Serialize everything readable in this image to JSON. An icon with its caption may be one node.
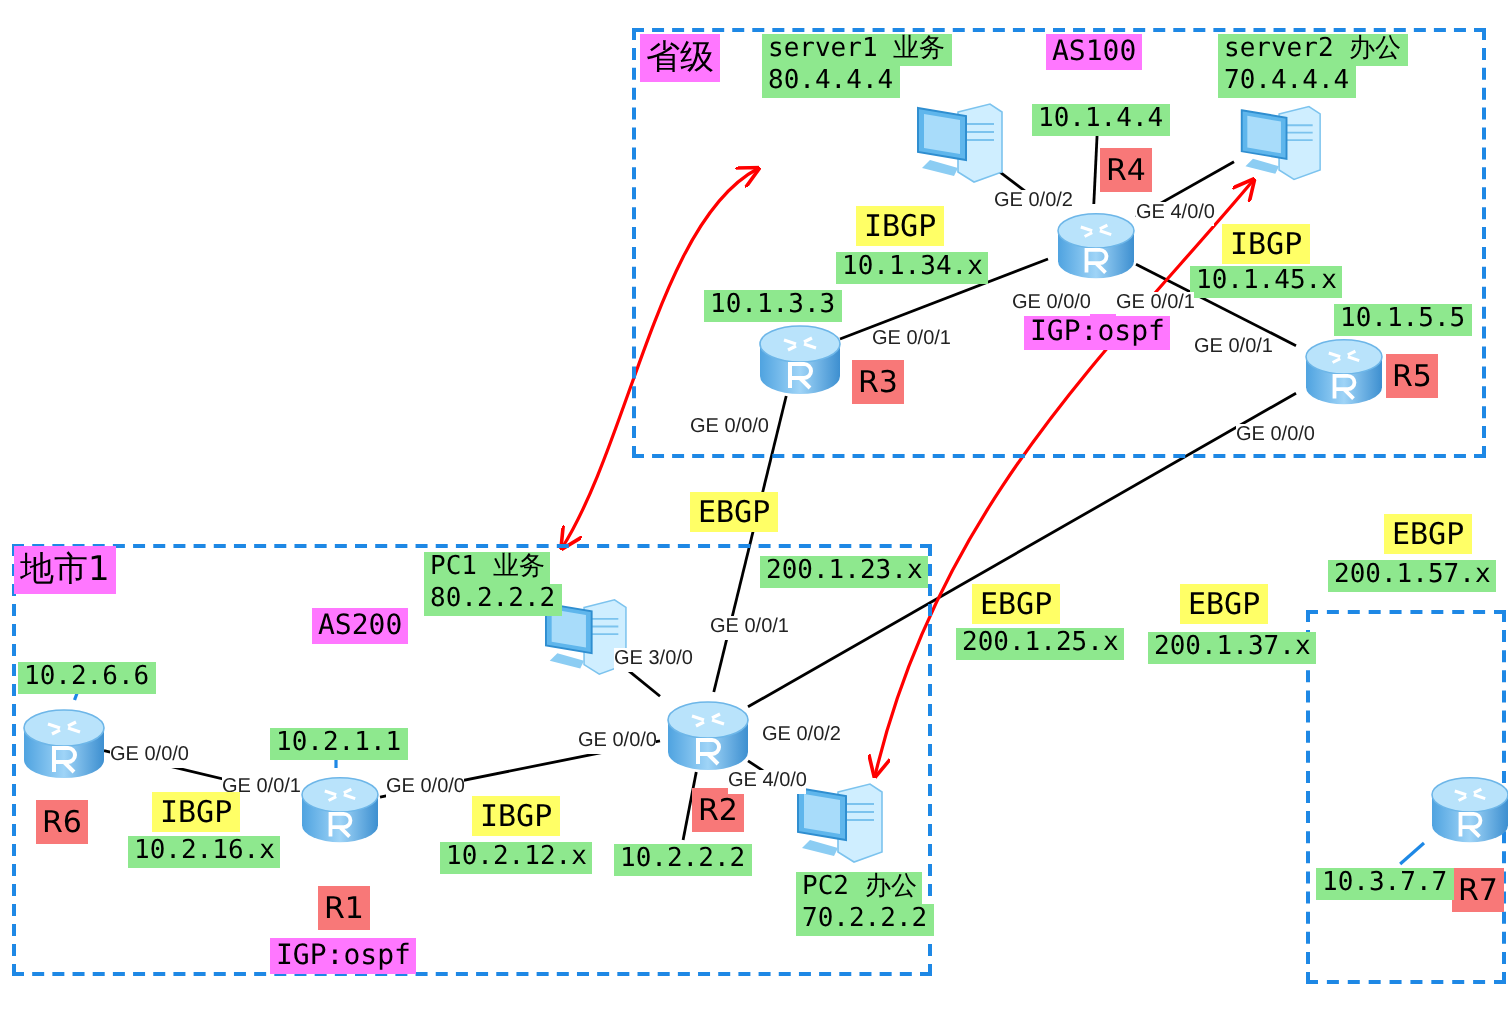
{
  "diagram": {
    "nodes": [
      {
        "text": [
          "省级"
        ]
      },
      {
        "text": [
          "R4"
        ],
        "in": 0,
        "beside": [
          "IGP:ospf"
        ]
      },
      {
        "text": [
          "R3"
        ],
        "in": 0
      },
      {
        "text": [
          "R5"
        ],
        "in": 0
      },
      {
        "text": [
          "server1 业务",
          "80.4.4.4"
        ],
        "in": 0
      },
      {
        "text": [
          "server2 办公",
          "70.4.4.4"
        ],
        "in": 0
      },
      {
        "text": [
          "地市1"
        ]
      },
      {
        "text": [
          "R2"
        ],
        "in": 6
      },
      {
        "text": [
          "R1"
        ],
        "in": 6,
        "beside": [
          "IGP:ospf"
        ]
      },
      {
        "text": [
          "R6"
        ],
        "in": 6
      },
      {
        "text": [
          "PC1 业务",
          "80.2.2.2"
        ],
        "in": 6
      },
      {
        "text": [
          "PC2 办公",
          "70.2.2.2"
        ],
        "in": 6
      },
      {
        "text": [],
        "shape": "box"
      },
      {
        "text": [
          "R7"
        ],
        "in": 12
      },
      {
        "text": [
          "10.1.4.4"
        ],
        "in": 0
      },
      {
        "text": [
          "10.1.3.3"
        ],
        "in": 0
      },
      {
        "text": [
          "10.1.5.5"
        ],
        "in": 0
      },
      {
        "text": [
          "10.2.2.2"
        ],
        "in": 6
      },
      {
        "text": [
          "10.2.1.1"
        ],
        "in": 6
      },
      {
        "text": [
          "10.2.6.6"
        ],
        "in": 6
      },
      {
        "text": [
          "10.3.7.7"
        ],
        "in": 12
      },
      {
        "text": [
          "10.1.34.x"
        ],
        "in": 0
      },
      {
        "text": [
          "10.1.45.x"
        ],
        "in": 0
      },
      {
        "text": [
          "200.1.23.x"
        ],
        "in": 6
      },
      {
        "text": [
          "200.1.25.x"
        ]
      },
      {
        "text": [
          "10.2.16.x"
        ],
        "in": 6
      },
      {
        "text": [
          "10.2.12.x"
        ],
        "in": 6
      },
      {
        "text": [
          "200.1.57.x"
        ]
      },
      {
        "text": [
          "200.1.37.x"
        ]
      }
    ],
    "edges": [
      {
        "from": 1,
        "to": 4,
        "arrow": "none"
      },
      {
        "from": 1,
        "to": 5,
        "arrow": "none"
      },
      {
        "from": 1,
        "to": 2,
        "arrow": "none"
      },
      {
        "from": 1,
        "to": 3,
        "arrow": "none"
      },
      {
        "from": 2,
        "to": 7,
        "arrow": "none"
      },
      {
        "from": 3,
        "to": 7,
        "arrow": "none"
      },
      {
        "from": 7,
        "to": 10,
        "arrow": "none"
      },
      {
        "from": 7,
        "to": 11,
        "arrow": "none"
      },
      {
        "from": 7,
        "to": 8,
        "arrow": "none"
      },
      {
        "from": 8,
        "to": 9,
        "arrow": "none"
      },
      {
        "from": 10,
        "to": 4,
        "arrow": "both",
        "color": "#ff0000"
      },
      {
        "from": 11,
        "to": 5,
        "arrow": "both",
        "color": "#ff0000"
      },
      {
        "from": 1,
        "to": 14,
        "arrow": "none"
      },
      {
        "from": 7,
        "to": 17,
        "arrow": "none"
      },
      {
        "from": 8,
        "to": 18,
        "arrow": "none",
        "color": "#1e88e5"
      },
      {
        "from": 9,
        "to": 19,
        "arrow": "none",
        "color": "#1e88e5"
      },
      {
        "from": 13,
        "to": 20,
        "arrow": "none",
        "color": "#1e88e5"
      }
    ],
    "labels": [
      "AS100",
      "GE 0/0/2",
      "GE 4/0/0",
      "IBGP",
      "IBGP",
      "GE 0/0/0",
      "GE 0/0/1",
      "GE 0/0/1",
      "GE 0/0/1",
      "GE 0/0/0",
      "GE 0/0/0",
      "EBGP",
      "EBGP",
      "AS200",
      "EBGP",
      "EBGP",
      "GE 0/0/1",
      "GE 3/0/0",
      "GE 0/0/0",
      "GE 0/0/1",
      "GE 0/0/0",
      "GE 0/0/0",
      "GE 0/0/2",
      "GE 4/0/0",
      "IBGP",
      "IBGP"
    ]
  }
}
